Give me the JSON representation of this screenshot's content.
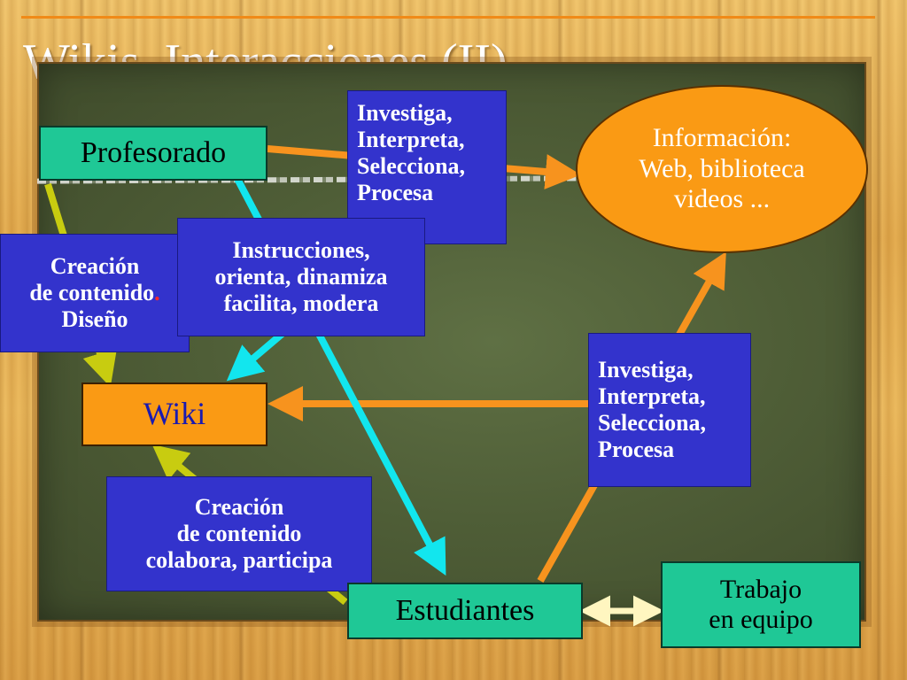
{
  "slide": {
    "title": "Wikis. Interacciones (II)"
  },
  "nodes": {
    "profesorado": "Profesorado",
    "informacion": [
      "Información:",
      "Web, biblioteca",
      "videos ..."
    ],
    "wiki": "Wiki",
    "estudiantes": "Estudiantes",
    "trabajo": [
      "Trabajo",
      "en equipo"
    ]
  },
  "labels": {
    "investiga_top": [
      "Investiga,",
      "Interpreta,",
      "Selecciona,",
      "Procesa"
    ],
    "creacion_left": [
      "Creación",
      "de contenido",
      ".",
      "Diseño"
    ],
    "instrucciones": [
      "Instrucciones,",
      "orienta, dinamiza",
      "facilita, modera"
    ],
    "investiga_right": [
      "Investiga,",
      "Interpreta,",
      "Selecciona,",
      "Procesa"
    ],
    "creacion_bottom": [
      "Creación",
      "de contenido",
      "colabora, participa"
    ]
  },
  "colors": {
    "orange_arrow": "#f7931e",
    "cyan_arrow": "#12e6ee",
    "yellow_arrow": "#c8cc10",
    "label_blue": "#3333cc",
    "node_green": "#1fc896",
    "node_orange": "#fa9a14",
    "wiki_text": "#1a1ab0"
  }
}
